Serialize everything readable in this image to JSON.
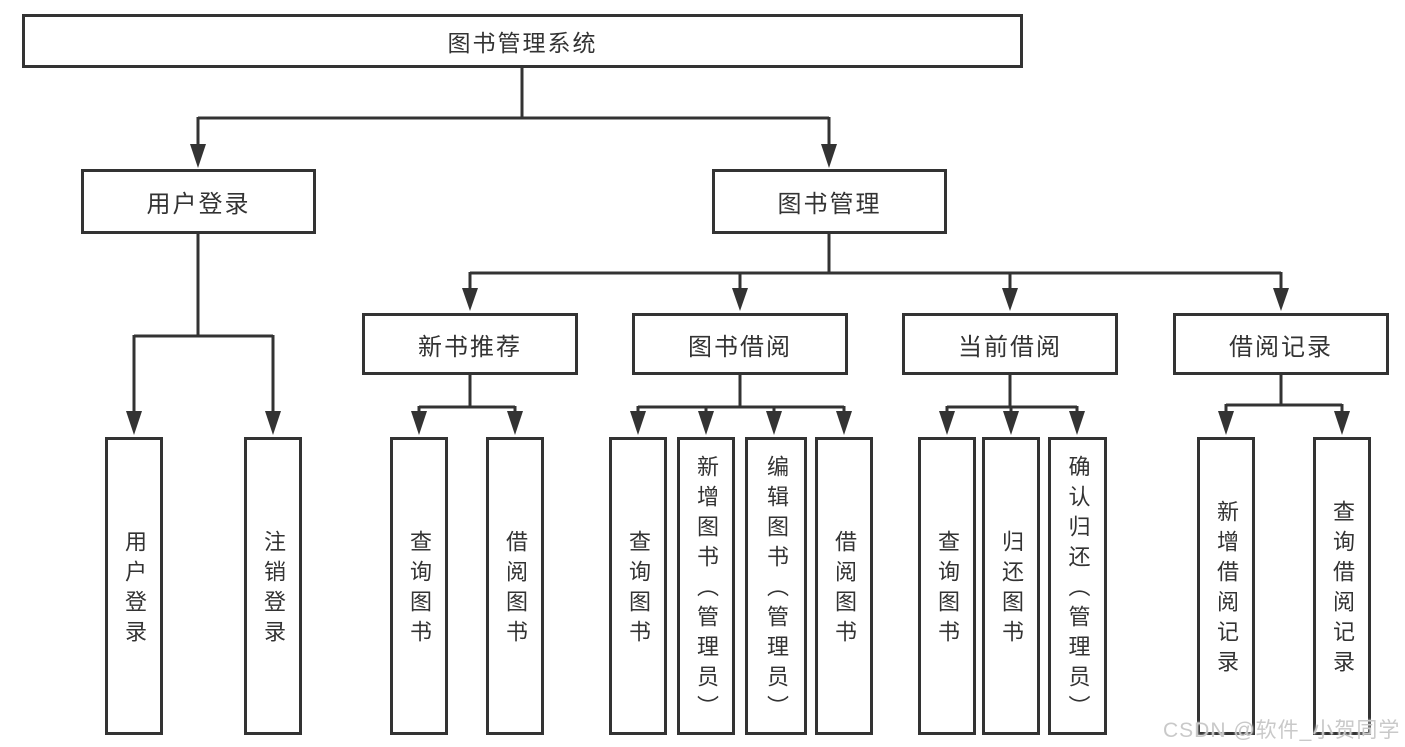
{
  "diagram": {
    "root": {
      "label": "图书管理系统"
    },
    "level2": [
      {
        "label": "用户登录"
      },
      {
        "label": "图书管理"
      }
    ],
    "level3": [
      {
        "label": "新书推荐"
      },
      {
        "label": "图书借阅"
      },
      {
        "label": "当前借阅"
      },
      {
        "label": "借阅记录"
      }
    ],
    "leaves": [
      {
        "label": "用户登录",
        "parent": "用户登录"
      },
      {
        "label": "注销登录",
        "parent": "用户登录"
      },
      {
        "label": "查询图书",
        "parent": "新书推荐"
      },
      {
        "label": "借阅图书",
        "parent": "新书推荐"
      },
      {
        "label": "查询图书",
        "parent": "图书借阅"
      },
      {
        "label": "新增图书（管理员）",
        "parent": "图书借阅"
      },
      {
        "label": "编辑图书（管理员）",
        "parent": "图书借阅"
      },
      {
        "label": "借阅图书",
        "parent": "图书借阅"
      },
      {
        "label": "查询图书",
        "parent": "当前借阅"
      },
      {
        "label": "归还图书",
        "parent": "当前借阅"
      },
      {
        "label": "确认归还（管理员）",
        "parent": "当前借阅"
      },
      {
        "label": "新增借阅记录",
        "parent": "借阅记录"
      },
      {
        "label": "查询借阅记录",
        "parent": "借阅记录"
      }
    ]
  },
  "watermark": {
    "text": "CSDN @软件_小贺同学"
  },
  "colors": {
    "line": "#333333",
    "box_border": "#333333",
    "text": "#333333",
    "background": "#ffffff",
    "watermark": "#c9c9c9"
  }
}
